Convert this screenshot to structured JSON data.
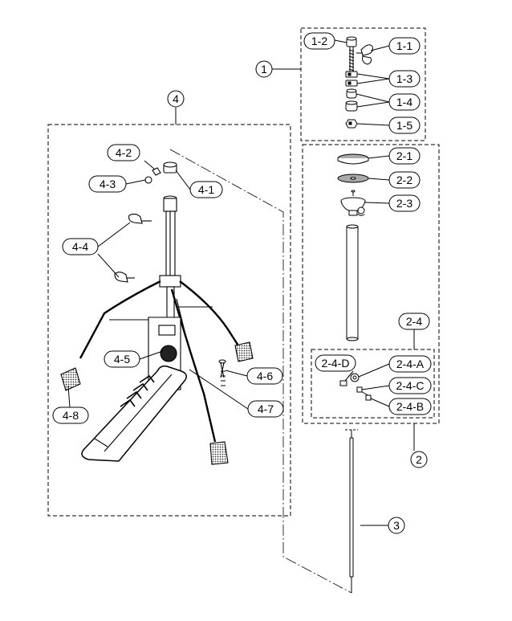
{
  "diagram": {
    "groups": [
      {
        "id": "1",
        "label": "1"
      },
      {
        "id": "2",
        "label": "2"
      },
      {
        "id": "3",
        "label": "3"
      },
      {
        "id": "4",
        "label": "4"
      }
    ],
    "parts": {
      "p1_1": "1-1",
      "p1_2": "1-2",
      "p1_3": "1-3",
      "p1_4": "1-4",
      "p1_5": "1-5",
      "p2_1": "2-1",
      "p2_2": "2-2",
      "p2_3": "2-3",
      "p2_4": "2-4",
      "p2_4_A": "2-4-A",
      "p2_4_B": "2-4-B",
      "p2_4_C": "2-4-C",
      "p2_4_D": "2-4-D",
      "p4_1": "4-1",
      "p4_2": "4-2",
      "p4_3": "4-3",
      "p4_4": "4-4",
      "p4_5": "4-5",
      "p4_6": "4-6",
      "p4_7": "4-7",
      "p4_8": "4-8"
    }
  }
}
